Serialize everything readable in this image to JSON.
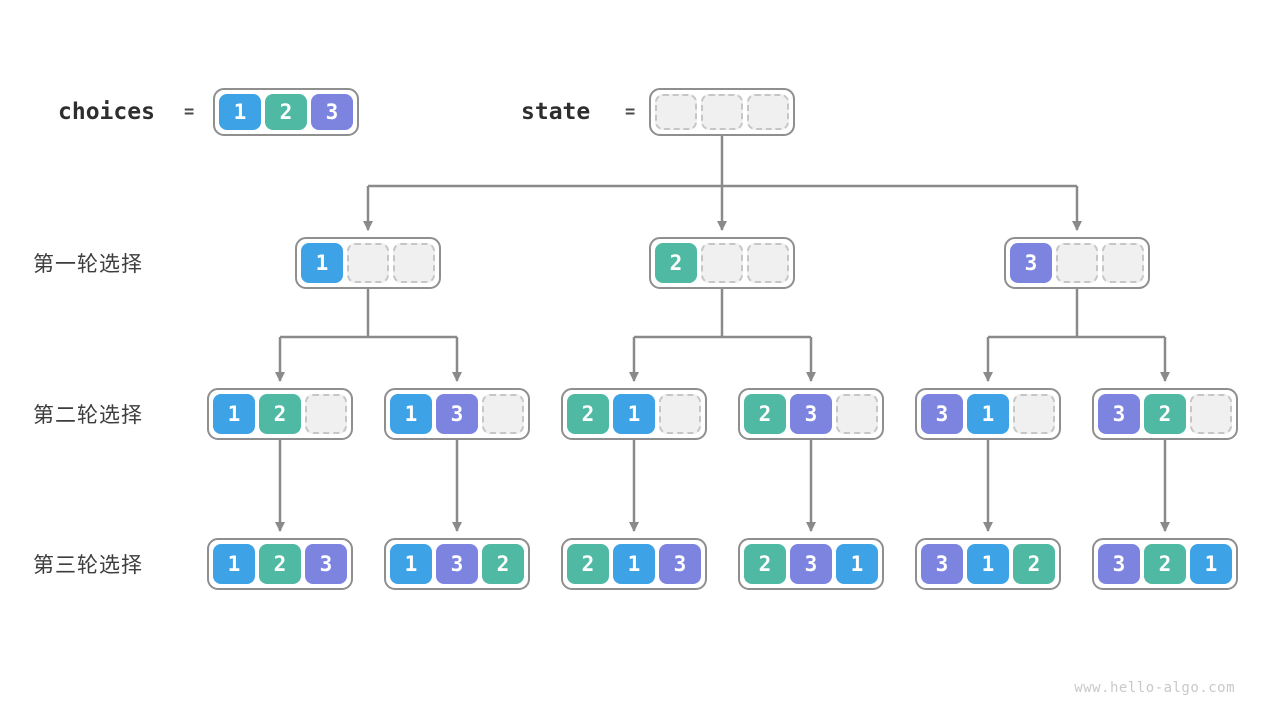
{
  "header": {
    "choices_label": "choices",
    "state_label": "state",
    "equals": "=",
    "choices_cells": [
      "1",
      "2",
      "3"
    ],
    "state_cells": [
      "",
      "",
      ""
    ]
  },
  "rows": [
    {
      "label": "第一轮选择",
      "nodes": [
        [
          "1",
          "",
          ""
        ],
        [
          "2",
          "",
          ""
        ],
        [
          "3",
          "",
          ""
        ]
      ]
    },
    {
      "label": "第二轮选择",
      "nodes": [
        [
          "1",
          "2",
          ""
        ],
        [
          "1",
          "3",
          ""
        ],
        [
          "2",
          "1",
          ""
        ],
        [
          "2",
          "3",
          ""
        ],
        [
          "3",
          "1",
          ""
        ],
        [
          "3",
          "2",
          ""
        ]
      ]
    },
    {
      "label": "第三轮选择",
      "nodes": [
        [
          "1",
          "2",
          "3"
        ],
        [
          "1",
          "3",
          "2"
        ],
        [
          "2",
          "1",
          "3"
        ],
        [
          "2",
          "3",
          "1"
        ],
        [
          "3",
          "1",
          "2"
        ],
        [
          "3",
          "2",
          "1"
        ]
      ]
    }
  ],
  "watermark": "www.hello-algo.com",
  "colors": {
    "cells": {
      "1": "#3DA2E6",
      "2": "#50B9A4",
      "3": "#7C84E0"
    },
    "arrow": "#8A8A8A",
    "node_border": "#8F8F8F",
    "empty_fill": "#F0F0F0",
    "empty_border": "#C6C6C6",
    "label_text": "#3D3D3D"
  }
}
